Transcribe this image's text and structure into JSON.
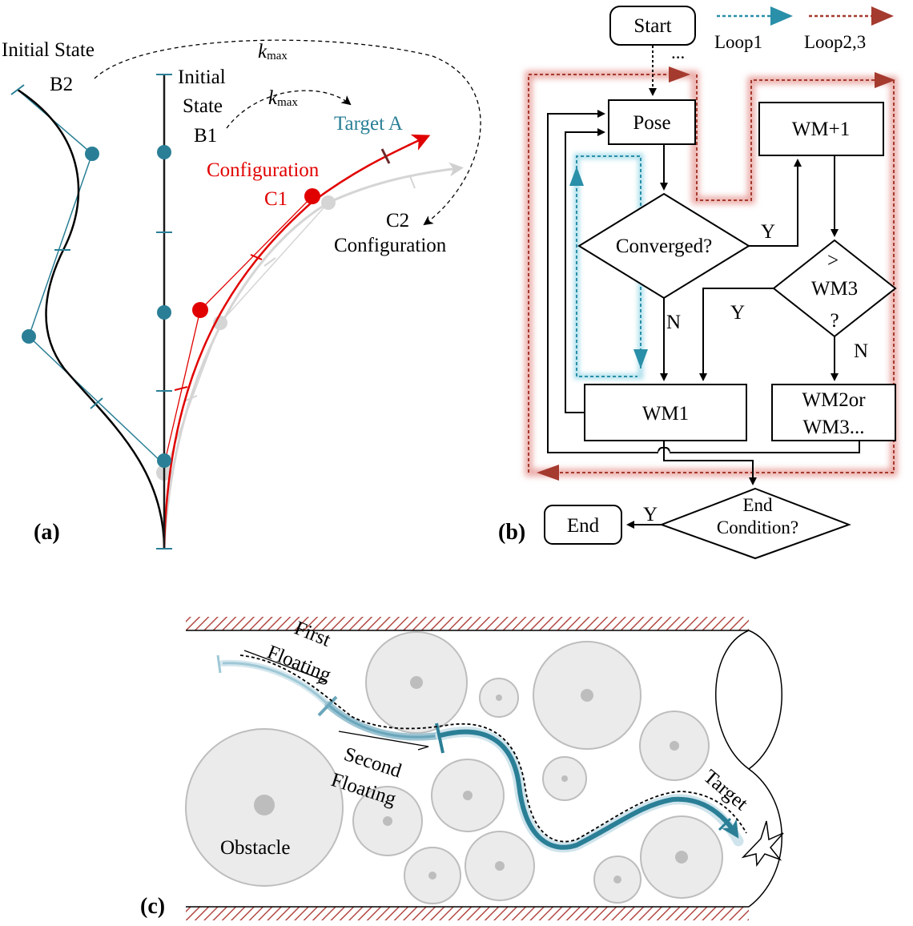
{
  "panel_a": {
    "panel_label": "(a)",
    "initial_state_b2": [
      "Initial State",
      "B2"
    ],
    "initial_state_b1": [
      "Initial",
      "State",
      "B1"
    ],
    "kmax_k": "k",
    "kmax_sub": "max",
    "target_a": "Target A",
    "configuration_c1": [
      "Configuration",
      "C1"
    ],
    "configuration_c2": [
      "C2",
      "Configuration"
    ],
    "colors": {
      "teal": "#2a7f96",
      "red": "#e10000",
      "grey": "#d5d5d5"
    }
  },
  "panel_b": {
    "panel_label": "(b)",
    "start": "Start",
    "dots": "...",
    "legend": {
      "loop1": "Loop1",
      "loop23": "Loop2,3"
    },
    "pose": "Pose",
    "wm_plus_1": "WM+1",
    "converged": "Converged?",
    "gt_wm3": [
      ">",
      "WM3",
      "?"
    ],
    "wm1": "WM1",
    "wm2or": [
      "WM2or",
      "WM3..."
    ],
    "end_condition": [
      "End",
      "Condition?"
    ],
    "end": "End",
    "yes": "Y",
    "no": "N",
    "colors": {
      "loop1": "#2a8fa8",
      "loop23": "#a53a2f"
    }
  },
  "panel_c": {
    "panel_label": "(c)",
    "first_floating": [
      "First",
      "Floating"
    ],
    "second_floating": [
      "Second",
      "Floating"
    ],
    "target": "Target",
    "obstacle": "Obstacle",
    "colors": {
      "robot": "#2a7f96",
      "obstacle_fill": "#ebebeb",
      "obstacle_stroke": "#bdbdbd",
      "wall": "#b34a45"
    }
  }
}
